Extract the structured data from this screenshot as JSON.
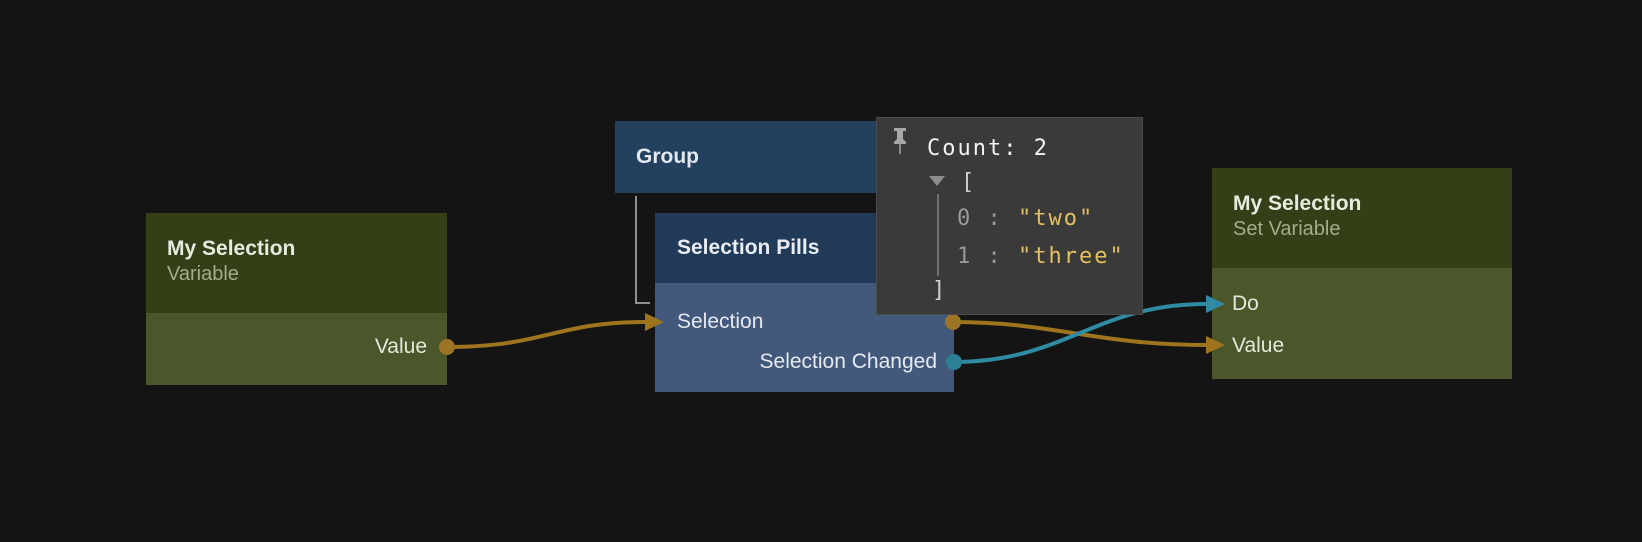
{
  "colors": {
    "background": "#141414",
    "olive_header": "#343f18",
    "olive_body": "#4c562b",
    "group_blue": "#24405f",
    "pills_header_blue": "#213a57",
    "pills_body_blue": "#42597b",
    "panel_bg": "#3a3a3a",
    "wire_orange": "#9e741e",
    "wire_teal": "#2f8ba1",
    "string_yellow": "#e5c05e"
  },
  "nodes": {
    "variable": {
      "title": "My Selection",
      "subtitle": "Variable",
      "output": {
        "label": "Value"
      }
    },
    "group": {
      "title": "Group"
    },
    "selection_pills": {
      "title": "Selection Pills",
      "rows": {
        "selection": {
          "label": "Selection"
        },
        "selection_changed": {
          "label": "Selection Changed"
        }
      }
    },
    "set_variable": {
      "title": "My Selection",
      "subtitle": "Set Variable",
      "inputs": {
        "do": {
          "label": "Do"
        },
        "value": {
          "label": "Value"
        }
      }
    }
  },
  "inspector": {
    "count_label": "Count: 2",
    "open_bracket": "[",
    "close_bracket": "]",
    "colon": ":",
    "items": [
      {
        "index": "0",
        "value": "\"two\""
      },
      {
        "index": "1",
        "value": "\"three\""
      }
    ]
  }
}
